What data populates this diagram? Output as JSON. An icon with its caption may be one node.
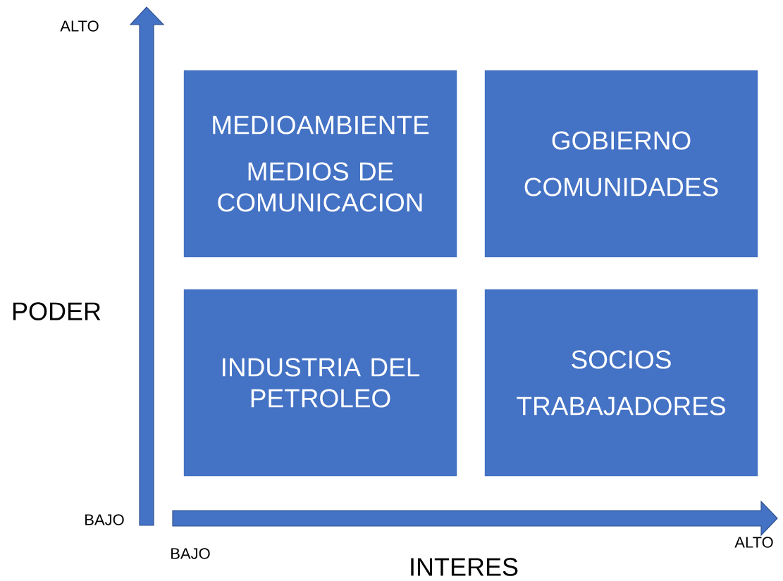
{
  "diagram": {
    "nodes": [
      {
        "text": [
          "MEDIOAMBIENTE",
          "MEDIOS DE COMUNICACION"
        ]
      },
      {
        "text": [
          "GOBIERNO",
          "COMUNIDADES"
        ]
      },
      {
        "text": [
          "INDUSTRIA DEL PETROLEO"
        ]
      },
      {
        "text": [
          "SOCIOS",
          "TRABAJADORES"
        ]
      }
    ],
    "edges": [],
    "labels": [
      "ALTO",
      "PODER",
      "BAJO",
      "ALTO",
      "BAJO",
      "INTERES"
    ]
  }
}
